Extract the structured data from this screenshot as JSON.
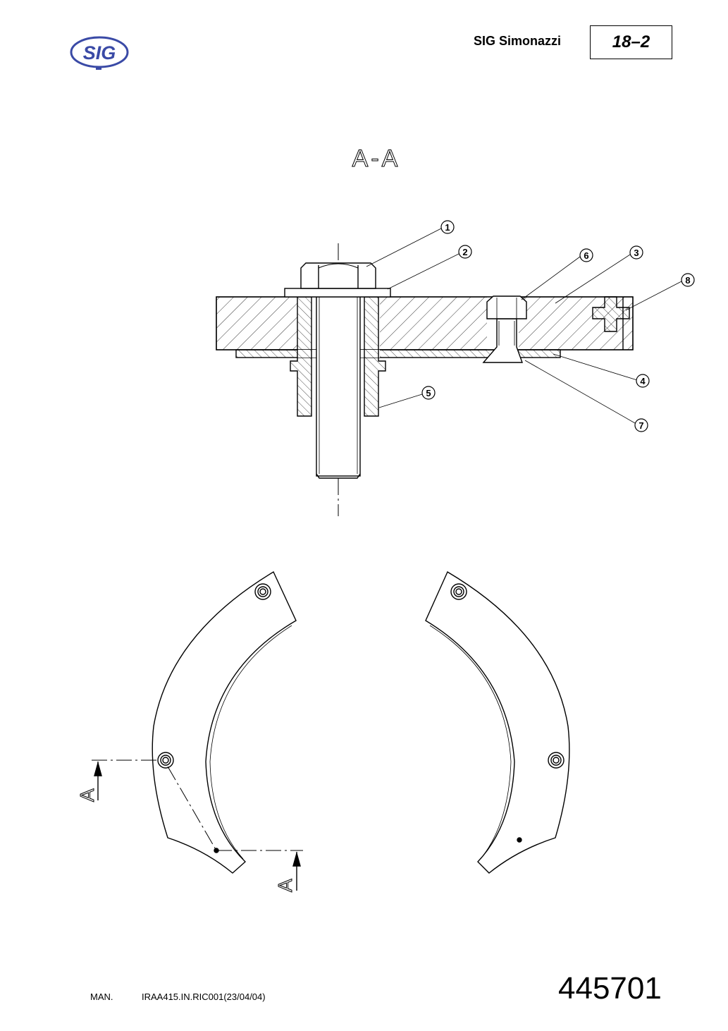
{
  "header": {
    "logo_text": "SIG",
    "brand": "SIG Simonazzi",
    "page_number": "18–2"
  },
  "drawing": {
    "section_title": "A-A",
    "callouts": [
      "1",
      "2",
      "3",
      "4",
      "5",
      "6",
      "7",
      "8"
    ],
    "section_marker_left": "A",
    "section_marker_bottom": "A"
  },
  "footer": {
    "man_label": "MAN.",
    "reference": "IRAA415.IN.RIC001(23/04/04)",
    "code": "445701"
  },
  "colors": {
    "logo_blue": "#3a4aa6",
    "line": "#000000"
  }
}
